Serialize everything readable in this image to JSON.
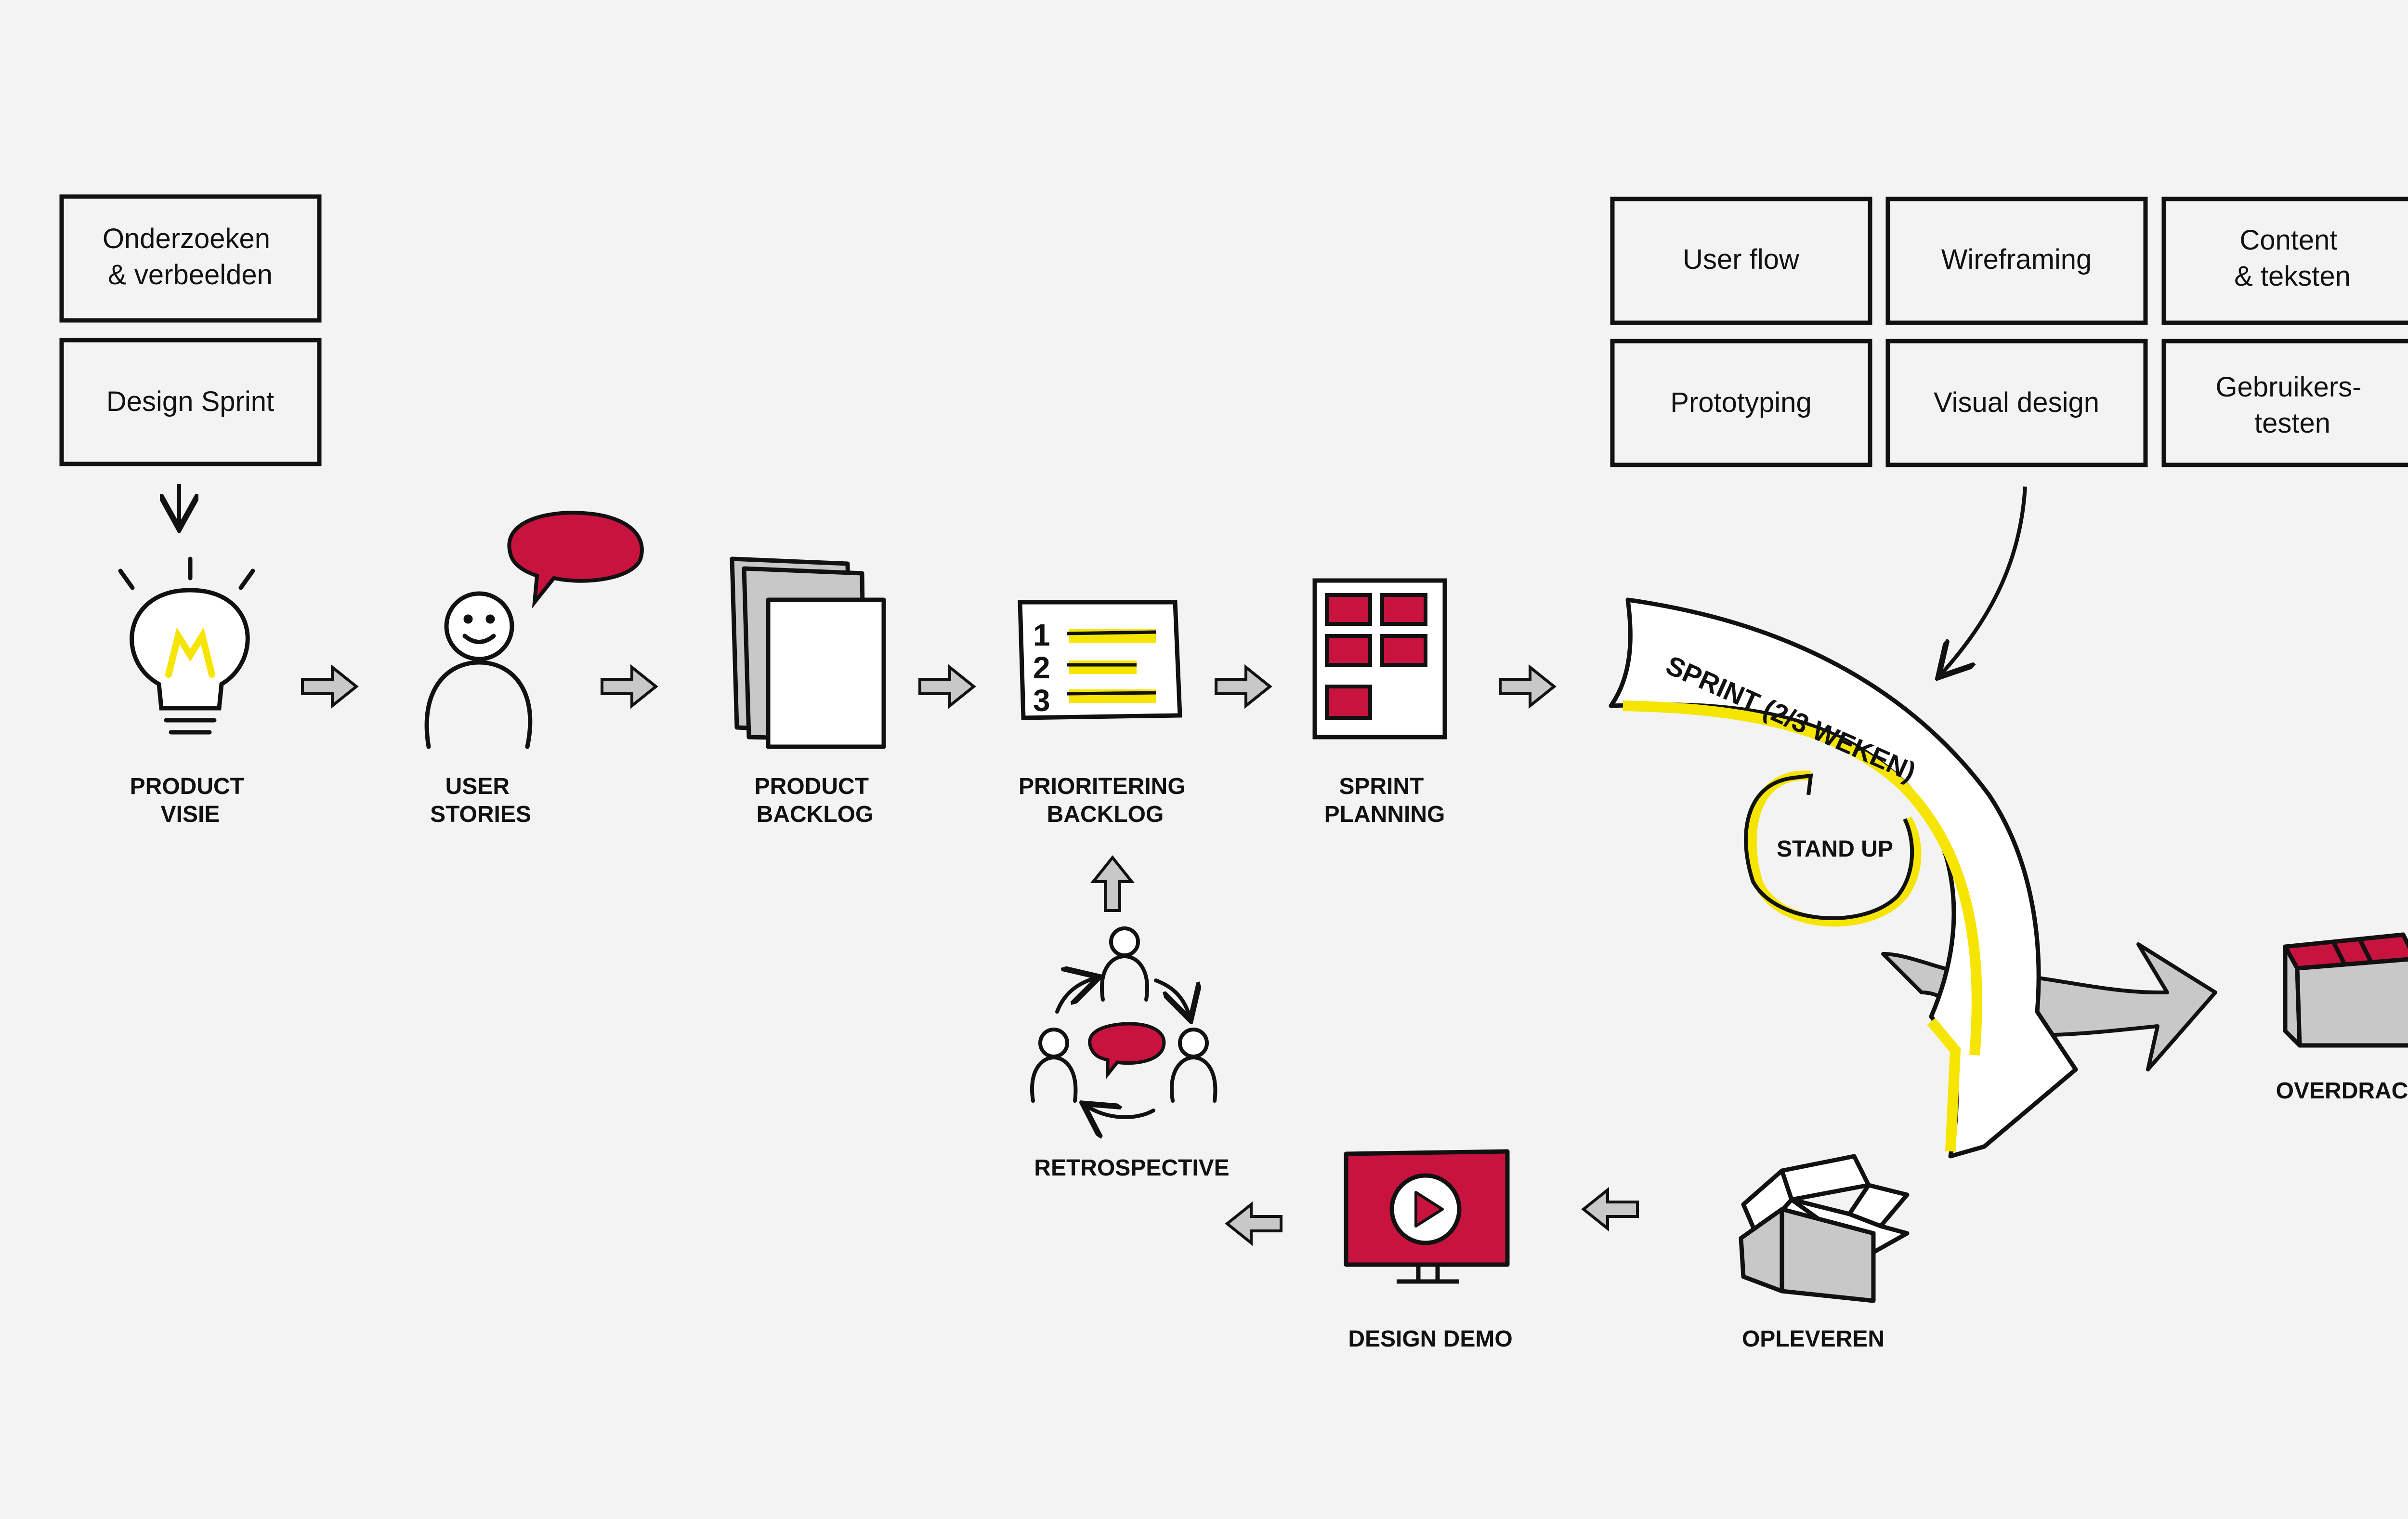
{
  "colors": {
    "accent_red": "#c8133f",
    "highlight_yellow": "#f5e500",
    "gray_fill": "#c8c8c8",
    "background": "#f3f3f3",
    "ink": "#111111"
  },
  "boxes": {
    "onderzoeken": [
      "Onderzoeken",
      "& verbeelden"
    ],
    "design_sprint": [
      "Design Sprint"
    ],
    "user_flow": [
      "User flow"
    ],
    "wireframing": [
      "Wireframing"
    ],
    "content": [
      "Content",
      "& teksten"
    ],
    "prototyping": [
      "Prototyping"
    ],
    "visual_design": [
      "Visual design"
    ],
    "gebruikerstesten": [
      "Gebruikers-",
      "testen"
    ]
  },
  "labels": {
    "product_visie": [
      "PRODUCT",
      "VISIE"
    ],
    "user_stories": [
      "USER",
      "STORIES"
    ],
    "product_backlog": [
      "PRODUCT",
      "BACKLOG"
    ],
    "prioritering_backlog": [
      "PRIORITERING",
      "BACKLOG"
    ],
    "sprint_planning": [
      "SPRINT",
      "PLANNING"
    ],
    "retrospective": [
      "RETROSPECTIVE"
    ],
    "design_demo": [
      "DESIGN DEMO"
    ],
    "opleveren": [
      "OPLEVEREN"
    ],
    "overdracht": [
      "OVERDRACHT"
    ],
    "stand_up": [
      "STAND UP"
    ],
    "sprint": [
      "SPRINT (2/3 WEKEN)"
    ]
  },
  "backlog_numbers": [
    "1",
    "2",
    "3"
  ],
  "icons": [
    "lightbulb-icon",
    "person-icon",
    "speech-bubble-icon",
    "document-stack-icon",
    "priority-list-icon",
    "sprint-board-icon",
    "retrospective-group-icon",
    "monitor-play-icon",
    "open-box-icon",
    "closed-box-icon"
  ]
}
